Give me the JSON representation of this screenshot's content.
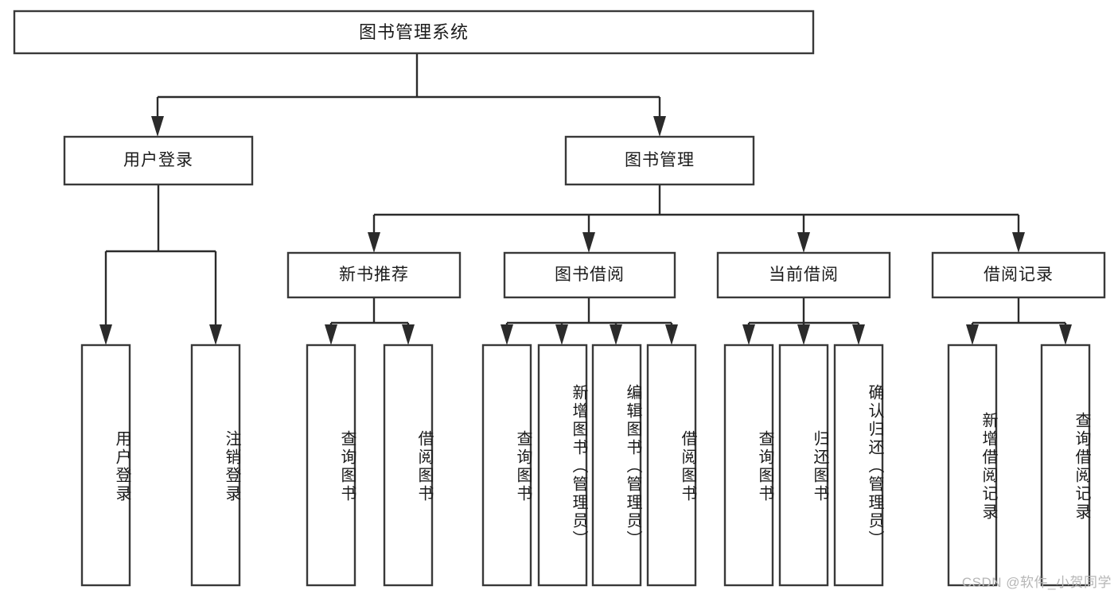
{
  "diagram": {
    "title": "图书管理系统",
    "type": "tree-hierarchy",
    "levels": {
      "root": {
        "label": "图书管理系统"
      },
      "level2": [
        {
          "id": "user-login",
          "label": "用户登录"
        },
        {
          "id": "book-manage",
          "label": "图书管理"
        }
      ],
      "level3": [
        {
          "id": "new-book-recommend",
          "label": "新书推荐"
        },
        {
          "id": "book-borrow",
          "label": "图书借阅"
        },
        {
          "id": "current-borrow",
          "label": "当前借阅"
        },
        {
          "id": "borrow-record",
          "label": "借阅记录"
        }
      ],
      "leaves": {
        "user_login": [
          {
            "id": "leaf-user-login",
            "label": "用户登录"
          },
          {
            "id": "leaf-user-logout",
            "label": "注销登录"
          }
        ],
        "new_book_recommend": [
          {
            "id": "leaf-query-book-1",
            "label": "查询图书"
          },
          {
            "id": "leaf-borrow-book-1",
            "label": "借阅图书"
          }
        ],
        "book_borrow": [
          {
            "id": "leaf-query-book-2",
            "label": "查询图书"
          },
          {
            "id": "leaf-add-book",
            "label": "新增图书（管理员）"
          },
          {
            "id": "leaf-edit-book",
            "label": "编辑图书（管理员）"
          },
          {
            "id": "leaf-borrow-book-2",
            "label": "借阅图书"
          }
        ],
        "current_borrow": [
          {
            "id": "leaf-query-book-3",
            "label": "查询图书"
          },
          {
            "id": "leaf-return-book",
            "label": "归还图书"
          },
          {
            "id": "leaf-confirm-return",
            "label": "确认归还（管理员）"
          }
        ],
        "borrow_record": [
          {
            "id": "leaf-add-record",
            "label": "新增借阅记录"
          },
          {
            "id": "leaf-query-record",
            "label": "查询借阅记录"
          }
        ]
      }
    },
    "colors": {
      "box_border": "#393939",
      "connector": "#2b2b2b",
      "background": "#ffffff",
      "text": "#1b1b1b",
      "watermark": "#b6b6b6"
    }
  },
  "watermark": {
    "text": "CSDN @软件_小贺同学"
  }
}
